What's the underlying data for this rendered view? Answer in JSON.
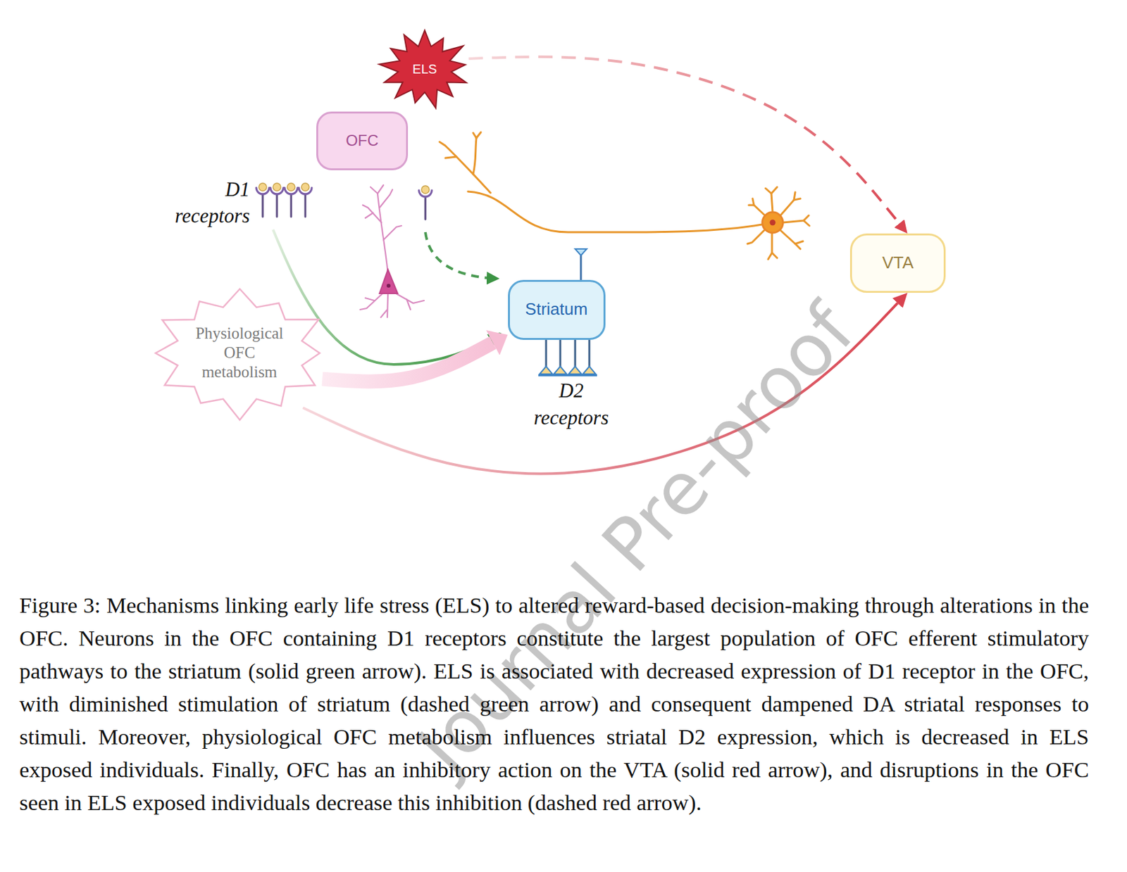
{
  "diagram": {
    "caption": "Figure 3: Mechanisms linking early life stress (ELS) to altered reward-based decision-making through alterations in the OFC. Neurons in the OFC containing D1 receptors constitute the largest population of OFC efferent stimulatory pathways to the striatum (solid green arrow). ELS is associated with decreased expression of D1 receptor in the OFC, with diminished stimulation of striatum (dashed green arrow) and consequent dampened DA striatal responses to stimuli. Moreover, physiological OFC metabolism influences striatal D2 expression, which is decreased in ELS exposed individuals. Finally, OFC has an inhibitory action on the VTA (solid red arrow), and disruptions in the OFC seen in ELS exposed individuals decrease this inhibition (dashed red arrow).",
    "nodes": [
      {
        "text": [
          "ELS"
        ]
      },
      {
        "text": [
          "OFC"
        ]
      },
      {
        "text": [
          "VTA"
        ]
      },
      {
        "text": [
          "Striatum"
        ]
      },
      {
        "text": [
          "Physiological OFC metabolism"
        ]
      }
    ],
    "edges": [
      {
        "from": 0,
        "to": 2,
        "arrow": "to"
      },
      {
        "from": 4,
        "to": 3,
        "arrow": "to"
      },
      {
        "from": 4,
        "to": 2,
        "arrow": "to"
      }
    ],
    "labels": [
      "D1 receptors",
      "D2 receptors",
      "Journal Pre-proof"
    ]
  }
}
